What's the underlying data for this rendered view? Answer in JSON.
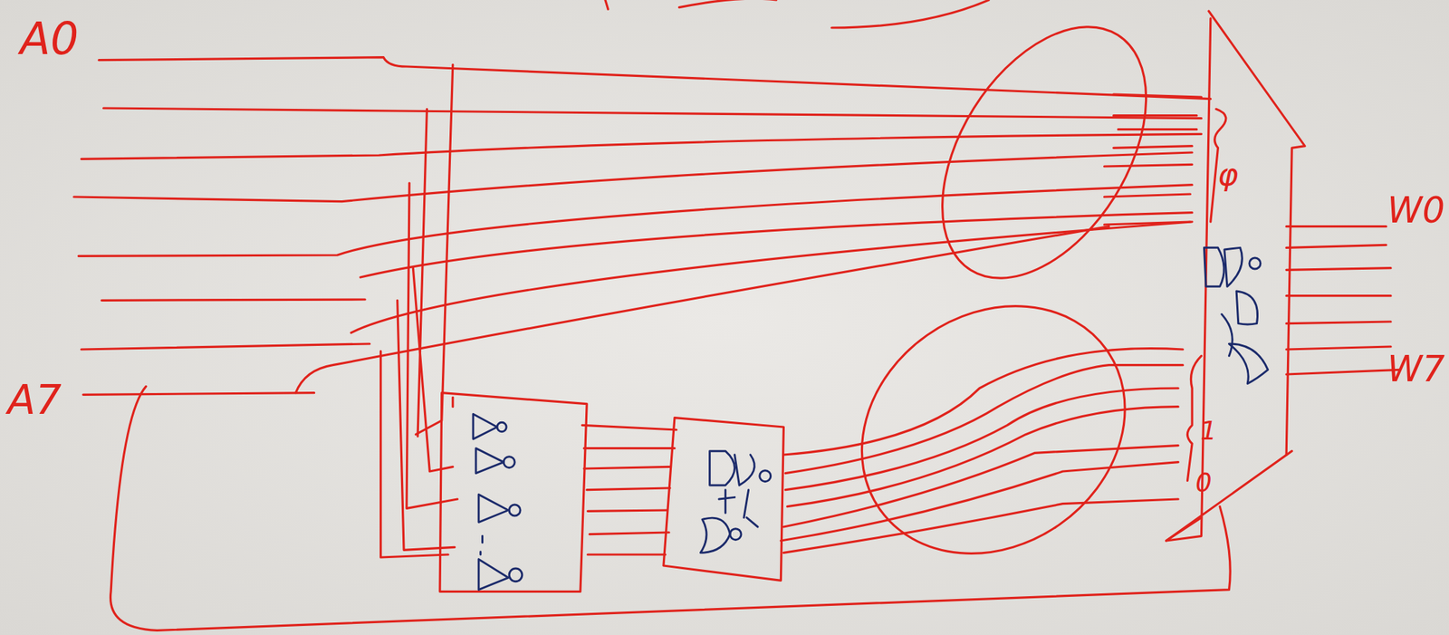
{
  "diagram": {
    "labels": [
      "A0",
      "A7",
      "W0",
      "W7",
      "φ",
      "1",
      "0"
    ]
  }
}
